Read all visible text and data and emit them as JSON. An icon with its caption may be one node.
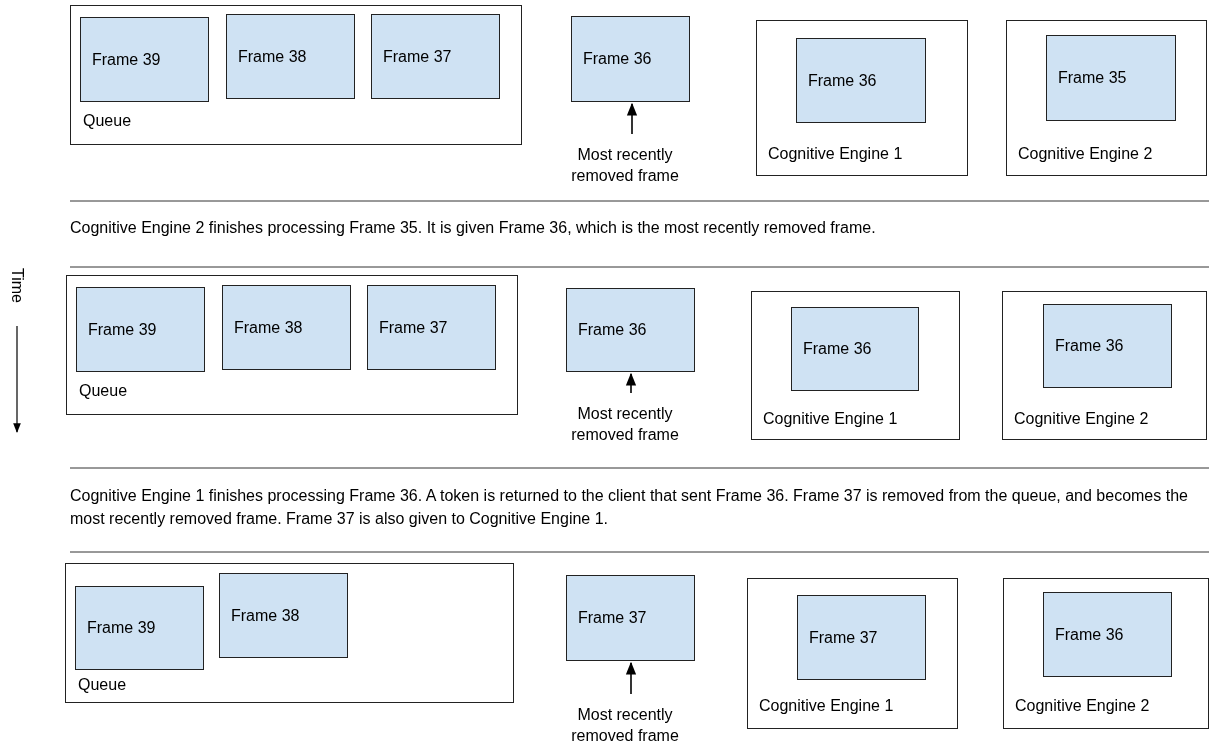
{
  "diagram": {
    "nodes": [
      {
        "text": [
          "Queue"
        ]
      },
      {
        "text": [
          "Frame 39"
        ],
        "in": 0
      },
      {
        "text": [
          "Frame 38"
        ],
        "in": 0
      },
      {
        "text": [
          "Frame 37"
        ],
        "in": 0
      },
      {
        "text": [
          "Frame 36"
        ]
      },
      {
        "text": [
          "Most recently removed frame"
        ]
      },
      {
        "text": [
          "Cognitive Engine 1"
        ]
      },
      {
        "text": [
          "Frame 36"
        ],
        "in": 6
      },
      {
        "text": [
          "Cognitive Engine 2"
        ]
      },
      {
        "text": [
          "Frame 35"
        ],
        "in": 8
      },
      {
        "text": [
          "Queue"
        ]
      },
      {
        "text": [
          "Frame 39"
        ],
        "in": 10
      },
      {
        "text": [
          "Frame 38"
        ],
        "in": 10
      },
      {
        "text": [
          "Frame 37"
        ],
        "in": 10
      },
      {
        "text": [
          "Frame 36"
        ]
      },
      {
        "text": [
          "Most recently removed frame"
        ]
      },
      {
        "text": [
          "Cognitive Engine 1"
        ]
      },
      {
        "text": [
          "Frame 36"
        ],
        "in": 16
      },
      {
        "text": [
          "Cognitive Engine 2"
        ]
      },
      {
        "text": [
          "Frame 36"
        ],
        "in": 18
      },
      {
        "text": [
          "Queue"
        ]
      },
      {
        "text": [
          "Frame 39"
        ],
        "in": 20
      },
      {
        "text": [
          "Frame 38"
        ],
        "in": 20
      },
      {
        "text": [
          "Frame 37"
        ]
      },
      {
        "text": [
          "Most recently removed frame"
        ]
      },
      {
        "text": [
          "Cognitive Engine 1"
        ]
      },
      {
        "text": [
          "Frame 37"
        ],
        "in": 25
      },
      {
        "text": [
          "Cognitive Engine 2"
        ]
      },
      {
        "text": [
          "Frame 36"
        ],
        "in": 27
      }
    ],
    "edges": [
      {
        "from": 5,
        "to": 4,
        "arrow": "to"
      },
      {
        "from": 15,
        "to": 14,
        "arrow": "to"
      },
      {
        "from": 24,
        "to": 23,
        "arrow": "to"
      }
    ],
    "labels": [
      "Cognitive Engine 2 finishes processing Frame 35. It is given Frame 36, which is the most recently removed frame.",
      "Time",
      "Cognitive Engine 1 finishes processing Frame 36. A token is returned to the client that sent Frame 36. Frame 37 is removed from the queue, and becomes the most recently removed frame. Frame 37 is also given to Cognitive Engine 1."
    ]
  }
}
